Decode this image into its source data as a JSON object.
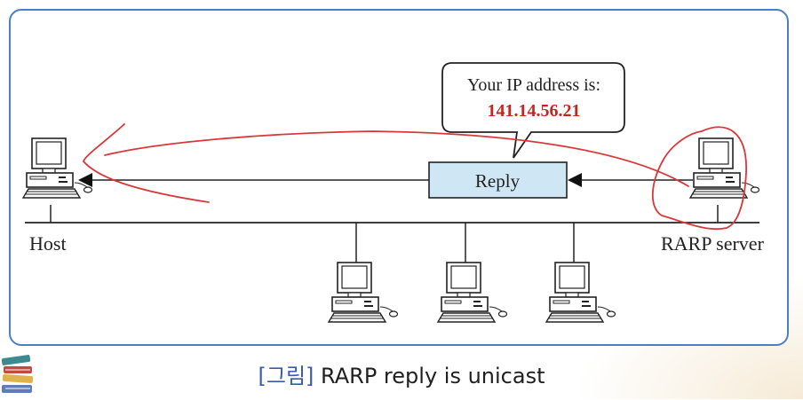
{
  "diagram": {
    "callout": {
      "line1": "Your IP address is:",
      "line2": "141.14.56.21"
    },
    "reply_box_label": "Reply",
    "host_label": "Host",
    "server_label": "RARP server"
  },
  "caption": {
    "tag": "[그림]",
    "text": " RARP reply is unicast"
  },
  "colors": {
    "frame_border": "#4a7fc6",
    "ip_text": "#c0271f",
    "reply_box_fill": "#cfe6f4",
    "annotation_ink": "#d9383a"
  },
  "icons": {
    "computer": "computer-icon",
    "decor": "books-icon"
  }
}
